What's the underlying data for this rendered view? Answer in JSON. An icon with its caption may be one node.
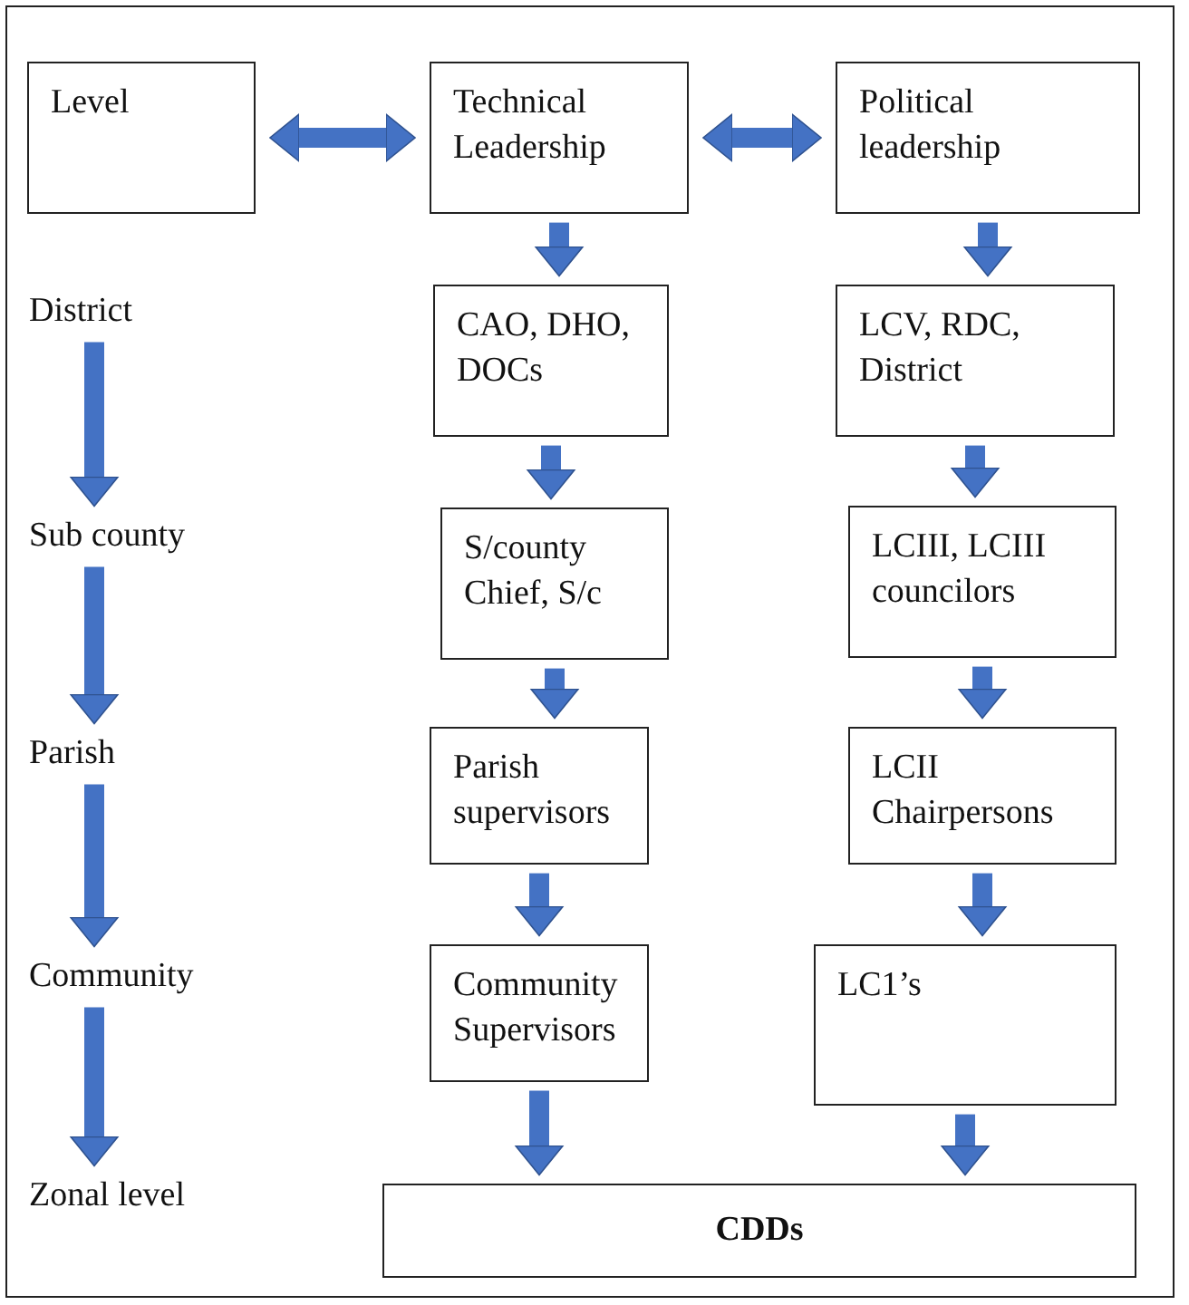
{
  "diagram": {
    "nodes": [
      {
        "text": [
          "Level"
        ]
      },
      {
        "text": [
          "Technical Leadership"
        ]
      },
      {
        "text": [
          "Political leadership"
        ]
      },
      {
        "text": [
          "District"
        ]
      },
      {
        "text": [
          "CAO, DHO, DOCs"
        ]
      },
      {
        "text": [
          "LCV, RDC, District"
        ]
      },
      {
        "text": [
          "Sub county"
        ]
      },
      {
        "text": [
          "S/county Chief, S/c"
        ]
      },
      {
        "text": [
          "LCIII, LCIII councilors"
        ]
      },
      {
        "text": [
          "Parish"
        ]
      },
      {
        "text": [
          "Parish supervisors"
        ]
      },
      {
        "text": [
          "LCII Chairpersons"
        ]
      },
      {
        "text": [
          "Community"
        ]
      },
      {
        "text": [
          "Community Supervisors"
        ]
      },
      {
        "text": [
          "LC1’s"
        ]
      },
      {
        "text": [
          "Zonal level"
        ]
      },
      {
        "text": [
          "CDDs"
        ]
      }
    ],
    "edges": [
      {
        "from": 0,
        "to": 1,
        "arrow": "both"
      },
      {
        "from": 1,
        "to": 2,
        "arrow": "both"
      },
      {
        "from": 1,
        "to": 4,
        "arrow": "to"
      },
      {
        "from": 2,
        "to": 5,
        "arrow": "to"
      },
      {
        "from": 4,
        "to": 7,
        "arrow": "to"
      },
      {
        "from": 5,
        "to": 8,
        "arrow": "to"
      },
      {
        "from": 7,
        "to": 10,
        "arrow": "to"
      },
      {
        "from": 8,
        "to": 11,
        "arrow": "to"
      },
      {
        "from": 10,
        "to": 13,
        "arrow": "to"
      },
      {
        "from": 11,
        "to": 14,
        "arrow": "to"
      },
      {
        "from": 13,
        "to": 16,
        "arrow": "to"
      },
      {
        "from": 14,
        "to": 16,
        "arrow": "to"
      },
      {
        "from": 3,
        "to": 6,
        "arrow": "to"
      },
      {
        "from": 6,
        "to": 9,
        "arrow": "to"
      },
      {
        "from": 9,
        "to": 12,
        "arrow": "to"
      },
      {
        "from": 12,
        "to": 15,
        "arrow": "to"
      }
    ]
  }
}
